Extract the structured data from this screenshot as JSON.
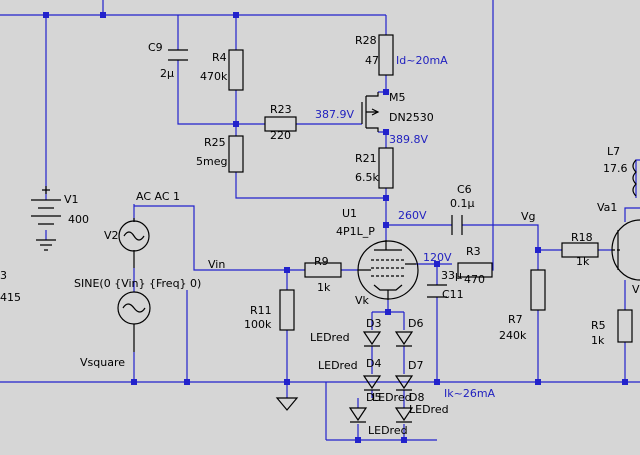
{
  "colors": {
    "background": "#d6d6d6",
    "wire": "#2222cc",
    "component": "#000000",
    "annotation": "#1f1fbf"
  },
  "labels": {
    "C9": "C9",
    "C9_val": "2µ",
    "R4": "R4",
    "R4_val": "470k",
    "R28": "R28",
    "R28_val": "47",
    "Id": "Id~20mA",
    "R23": "R23",
    "R23_val": "220",
    "M5": "M5",
    "M5_val": "DN2530",
    "V_gate": "387.9V",
    "V_src": "389.8V",
    "R25": "R25",
    "R25_val": "5meg",
    "R21": "R21",
    "R21_val": "6.5k",
    "V1": "V1",
    "V1_val": "400",
    "V2": "V2",
    "V2_ac": "AC AC 1",
    "sine": "SINE(0 {Vin} {Freq} 0)",
    "vsquare": "Vsquare",
    "vin": "Vin",
    "R9": "R9",
    "R9_val": "1k",
    "R11": "R11",
    "R11_val": "100k",
    "U1": "U1",
    "U1_val": "4P1L_P",
    "V_plate": "260V",
    "V_screen": "120V",
    "C6": "C6",
    "C6_val": "0.1µ",
    "Vg": "Vg",
    "R3": "R3",
    "R3_val": "470",
    "C11": "C11",
    "C11_val": "33µ",
    "Vk": "Vk",
    "D3": "D3",
    "D4": "D4",
    "D5": "D5",
    "D6": "D6",
    "D7": "D7",
    "D8": "D8",
    "led_D3": "LEDred",
    "led_D4": "LEDred",
    "led_D5": "LEDred",
    "led_D8a": "LEDred",
    "led_D8b": "LEDred",
    "Ik": "Ik~26mA",
    "R7": "R7",
    "R7_val": "240k",
    "R18": "R18",
    "R18_val": "1k",
    "L7": "L7",
    "L7_val": "17.6",
    "Va1": "Va1",
    "R5": "R5",
    "R5_val": "1k",
    "edge_V": "V",
    "edge_3": "3",
    "edge_415": "415"
  }
}
